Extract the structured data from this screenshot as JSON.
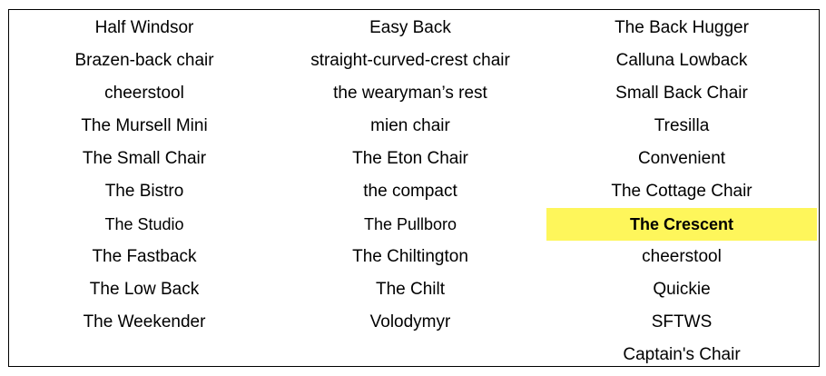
{
  "colors": {
    "highlight": "#fef65b"
  },
  "columns": [
    {
      "items": [
        "Half Windsor",
        "Brazen-back chair",
        "cheerstool",
        "The Mursell Mini",
        "The Small Chair",
        "The Bistro",
        "The Studio",
        "The Fastback",
        "The Low Back",
        "The Weekender"
      ]
    },
    {
      "items": [
        "Easy Back",
        "straight-curved-crest chair",
        "the wearyman’s rest",
        "mien chair",
        "The Eton Chair",
        "the compact",
        "The Pullboro",
        "The Chiltington",
        "The Chilt",
        "Volodymyr"
      ]
    },
    {
      "items": [
        "The Back Hugger",
        "Calluna Lowback",
        "Small Back Chair",
        "Tresilla",
        "Convenient",
        "The Cottage Chair",
        "The Crescent",
        "cheerstool",
        "Quickie",
        "SFTWS",
        "Captain's Chair"
      ],
      "highlighted": "The Crescent"
    }
  ]
}
